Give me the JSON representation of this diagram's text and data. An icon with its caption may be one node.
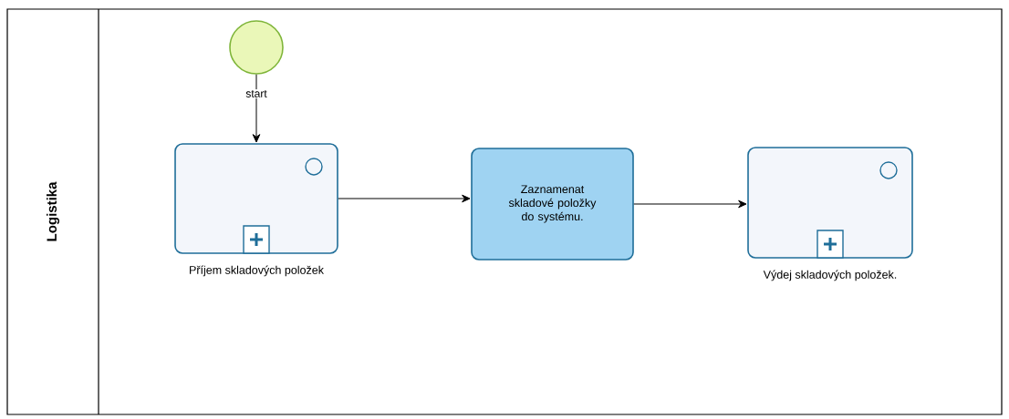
{
  "diagram": {
    "nodes": [
      {
        "text": [
          "Logistika"
        ]
      },
      {
        "text": [],
        "shape": "circle",
        "beside": [
          "start"
        ],
        "in": 0
      },
      {
        "text": [
          "Příjem skladových položek"
        ],
        "in": 0
      },
      {
        "text": [
          "Zaznamenat skladové položky do systému."
        ],
        "in": 0
      },
      {
        "text": [
          "Výdej skladových položek."
        ],
        "in": 0
      }
    ],
    "edges": [
      {
        "from": 1,
        "to": 2,
        "arrow": "to"
      },
      {
        "from": 2,
        "to": 3,
        "arrow": "to"
      },
      {
        "from": 3,
        "to": 4,
        "arrow": "to"
      }
    ]
  }
}
